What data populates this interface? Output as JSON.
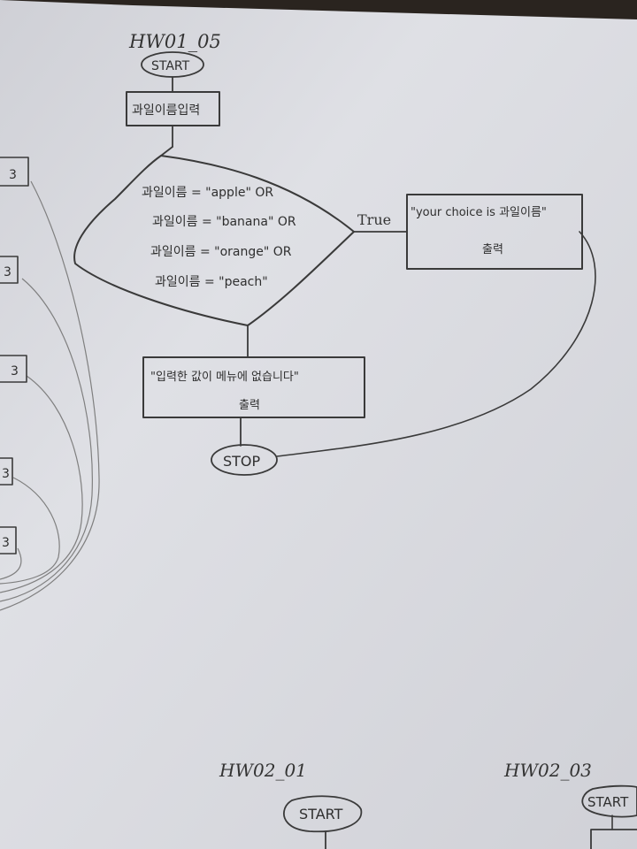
{
  "page_title": "HW01_05",
  "flowchart": {
    "start": "START",
    "input_box": "과일이름입력",
    "decision": {
      "line1": "과일이름 = \"apple\" OR",
      "line2": "과일이름 = \"banana\" OR",
      "line3": "과일이름 = \"orange\" OR",
      "line4": "과일이름 = \"peach\""
    },
    "true_label": "True",
    "true_box": {
      "line1": "\"your choice is 과일이름\"",
      "line2": "출력"
    },
    "false_box": {
      "line1": "\"입력한 값이 메뉴에 없습니다\"",
      "line2": "출력"
    },
    "stop": "STOP"
  },
  "left_edge_boxes": [
    "3",
    "3",
    "3",
    "3",
    "3"
  ],
  "bottom_labels": {
    "left_title": "HW02_01",
    "left_start": "START",
    "right_title": "HW02_03",
    "right_start": "START"
  },
  "colors": {
    "paper": "#dcdde2",
    "background": "#2a241f",
    "ink": "#3a3a3a",
    "pencil": "#7f7f7f"
  }
}
